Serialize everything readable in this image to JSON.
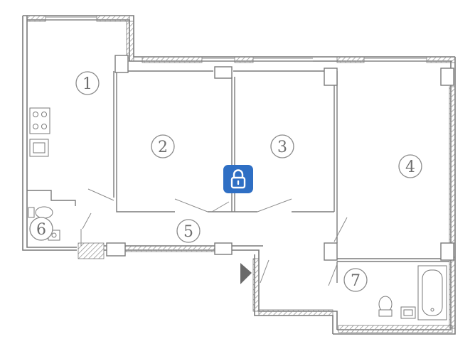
{
  "plan": {
    "rooms": [
      {
        "id": "room-1",
        "number": "1"
      },
      {
        "id": "room-2",
        "number": "2"
      },
      {
        "id": "room-3",
        "number": "3"
      },
      {
        "id": "room-4",
        "number": "4"
      },
      {
        "id": "room-5",
        "number": "5"
      },
      {
        "id": "room-6",
        "number": "6"
      },
      {
        "id": "room-7",
        "number": "7"
      }
    ],
    "entrance": {
      "icon": "entrance-arrow-icon"
    }
  },
  "overlay": {
    "lock_icon": "lock-icon",
    "accent_color": "#2f6fc4"
  },
  "colors": {
    "wall": "#7a7a7a",
    "hatch": "#9a9a9a",
    "thin_line": "#8a8a8a"
  }
}
